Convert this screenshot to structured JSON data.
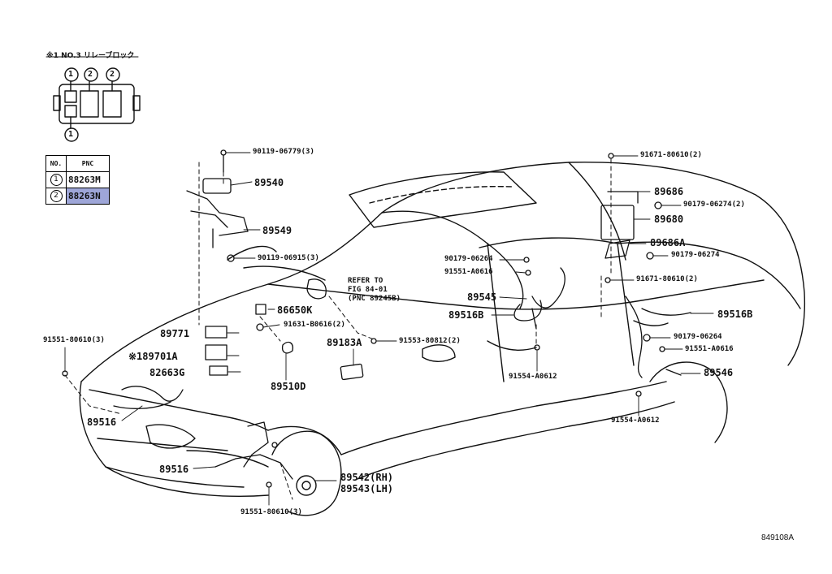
{
  "header": {
    "title": "※1 NO.3 リレーブロック"
  },
  "relay_callouts": [
    "1",
    "2",
    "2",
    "1"
  ],
  "pnc_table": {
    "headers": [
      "NO.",
      "PNC"
    ],
    "rows": [
      {
        "no": "1",
        "pnc": "88263M",
        "highlight": false
      },
      {
        "no": "2",
        "pnc": "88263N",
        "highlight": true
      }
    ],
    "highlight_color": "#9ea6d8"
  },
  "parts": {
    "p90119_06779": "90119-06779(3)",
    "p89540": "89540",
    "p89549": "89549",
    "p90119_06915": "90119-06915(3)",
    "p86650K": "86650K",
    "p91631_B0616": "91631-B0616(2)",
    "p89771": "89771",
    "p189701A": "※189701A",
    "p82663G": "82663G",
    "p89510D": "89510D",
    "p89183A": "89183A",
    "p91553_80812": "91553-80812(2)",
    "p91551_80610_left": "91551-80610(3)",
    "p89516_a": "89516",
    "p89516_b": "89516",
    "p89542": "89542(RH)",
    "p89543": "89543(LH)",
    "p91551_80610_bottom": "91551-80610(3)",
    "p91671_80610_top": "91671-80610(2)",
    "p89686": "89686",
    "p90179_06274_2": "90179-06274(2)",
    "p89680": "89680",
    "p89686A": "89686A",
    "p90179_06274": "90179-06274",
    "p90179_06264_a": "90179-06264",
    "p91551_A0616_a": "91551-A0616",
    "p91671_80610_mid": "91671-80610(2)",
    "p89545": "89545",
    "p89516B_a": "89516B",
    "p91554_A0612_a": "91554-A0612",
    "p89516B_b": "89516B",
    "p90179_06264_b": "90179-06264",
    "p91551_A0616_b": "91551-A0616",
    "p89546": "89546",
    "p91554_A0612_b": "91554-A0612"
  },
  "refer_note": "REFER TO\nFIG 84-01\n(PNC 89245B)",
  "figure_id": "849108A"
}
